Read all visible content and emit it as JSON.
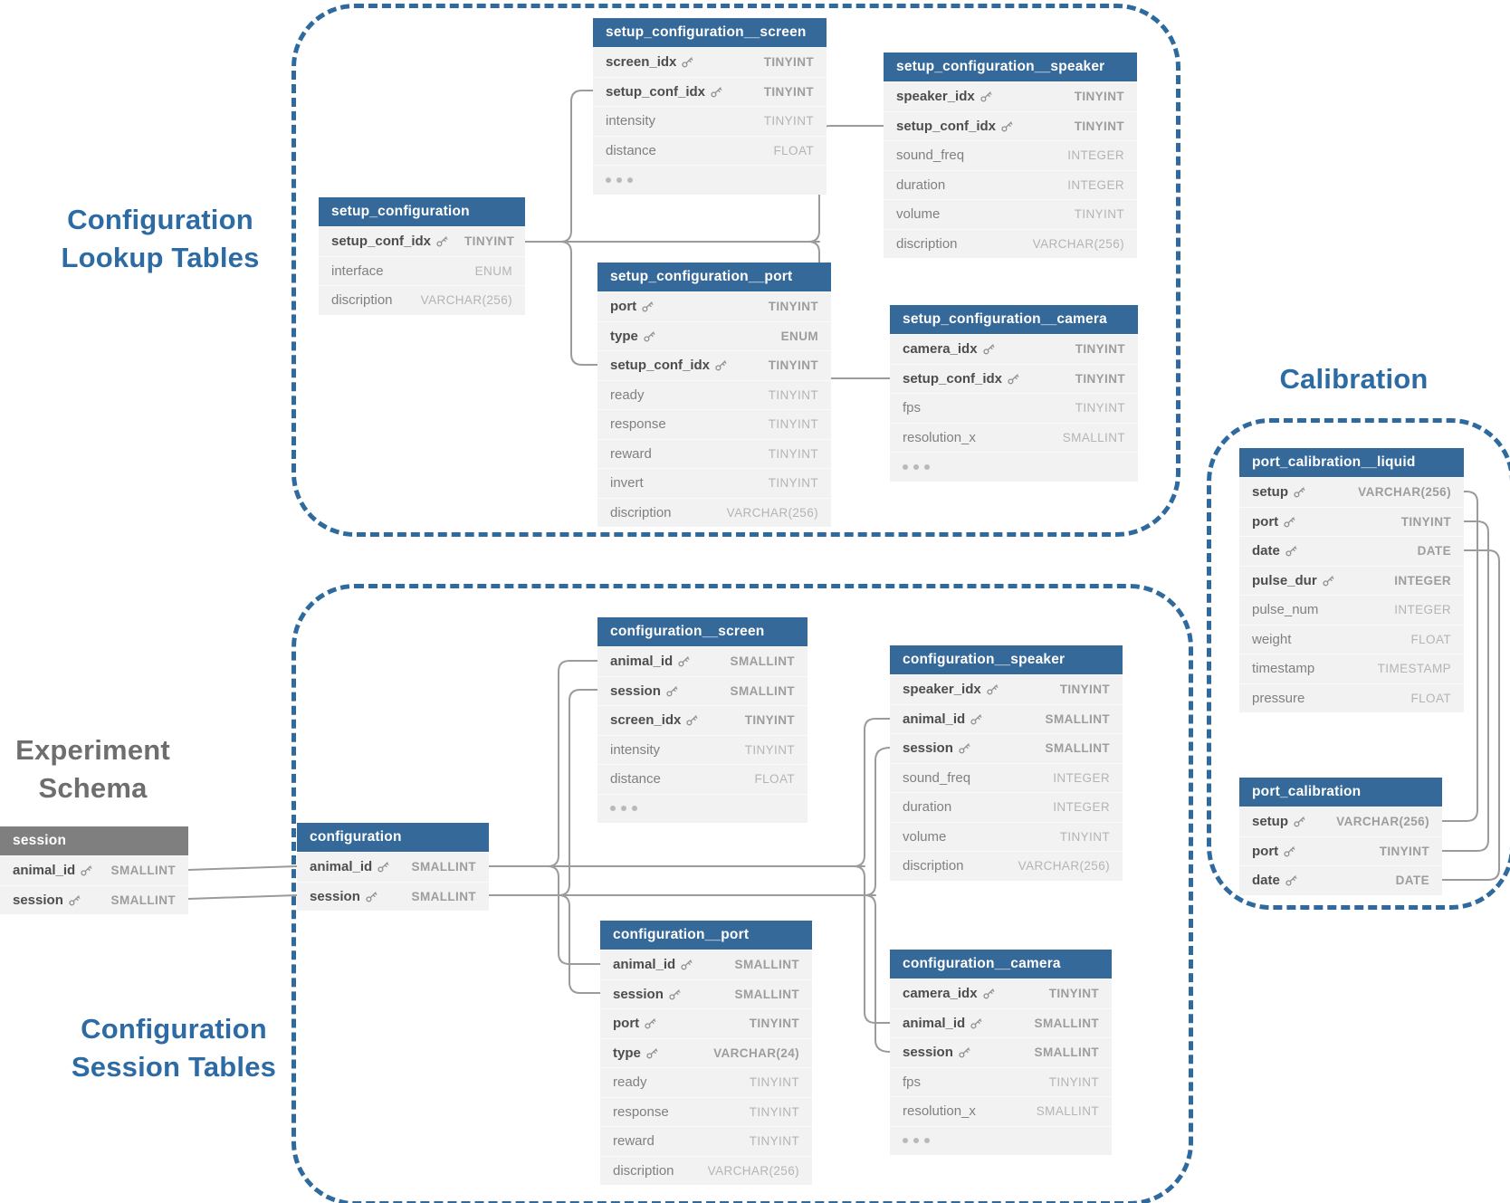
{
  "colors": {
    "table_header_blue": "#35699a",
    "session_header_gray": "#7f7f7f",
    "section_border_blue": "#2e6a9e",
    "heading_blue": "#2d6ba4",
    "heading_gray": "#6e6e6e",
    "relationship_line_gray": "#9b9b9b",
    "table_body_gray": "#f2f2f2"
  },
  "icons": {
    "primary_key": "key-icon",
    "more_fields": "ellipsis-icon"
  },
  "headings": {
    "lookup_tables": {
      "line1": "Configuration",
      "line2": "Lookup Tables"
    },
    "experiment_schema": {
      "line1": "Experiment",
      "line2": "Schema"
    },
    "session_tables": {
      "line1": "Configuration",
      "line2": "Session Tables"
    },
    "calibration": {
      "line1": "Calibration"
    }
  },
  "tables": {
    "setup_configuration__screen": {
      "title": "setup_configuration__screen",
      "fields": [
        {
          "name": "screen_idx",
          "type": "TINYINT",
          "key": true
        },
        {
          "name": "setup_conf_idx",
          "type": "TINYINT",
          "key": true
        },
        {
          "name": "intensity",
          "type": "TINYINT",
          "key": false
        },
        {
          "name": "distance",
          "type": "FLOAT",
          "key": false
        },
        {
          "name": "...",
          "type": "",
          "key": false,
          "more": true
        }
      ]
    },
    "setup_configuration__speaker": {
      "title": "setup_configuration__speaker",
      "fields": [
        {
          "name": "speaker_idx",
          "type": "TINYINT",
          "key": true
        },
        {
          "name": "setup_conf_idx",
          "type": "TINYINT",
          "key": true
        },
        {
          "name": "sound_freq",
          "type": "INTEGER",
          "key": false
        },
        {
          "name": "duration",
          "type": "INTEGER",
          "key": false
        },
        {
          "name": "volume",
          "type": "TINYINT",
          "key": false
        },
        {
          "name": "discription",
          "type": "VARCHAR(256)",
          "key": false
        }
      ]
    },
    "setup_configuration": {
      "title": "setup_configuration",
      "fields": [
        {
          "name": "setup_conf_idx",
          "type": "TINYINT",
          "key": true
        },
        {
          "name": "interface",
          "type": "ENUM",
          "key": false
        },
        {
          "name": "discription",
          "type": "VARCHAR(256)",
          "key": false
        }
      ]
    },
    "setup_configuration__port": {
      "title": "setup_configuration__port",
      "fields": [
        {
          "name": "port",
          "type": "TINYINT",
          "key": true
        },
        {
          "name": "type",
          "type": "ENUM",
          "key": true
        },
        {
          "name": "setup_conf_idx",
          "type": "TINYINT",
          "key": true
        },
        {
          "name": "ready",
          "type": "TINYINT",
          "key": false
        },
        {
          "name": "response",
          "type": "TINYINT",
          "key": false
        },
        {
          "name": "reward",
          "type": "TINYINT",
          "key": false
        },
        {
          "name": "invert",
          "type": "TINYINT",
          "key": false
        },
        {
          "name": "discription",
          "type": "VARCHAR(256)",
          "key": false
        }
      ]
    },
    "setup_configuration__camera": {
      "title": "setup_configuration__camera",
      "fields": [
        {
          "name": "camera_idx",
          "type": "TINYINT",
          "key": true
        },
        {
          "name": "setup_conf_idx",
          "type": "TINYINT",
          "key": true
        },
        {
          "name": "fps",
          "type": "TINYINT",
          "key": false
        },
        {
          "name": "resolution_x",
          "type": "SMALLINT",
          "key": false
        },
        {
          "name": "...",
          "type": "",
          "key": false,
          "more": true
        }
      ]
    },
    "configuration__screen": {
      "title": "configuration__screen",
      "fields": [
        {
          "name": "animal_id",
          "type": "SMALLINT",
          "key": true
        },
        {
          "name": "session",
          "type": "SMALLINT",
          "key": true
        },
        {
          "name": "screen_idx",
          "type": "TINYINT",
          "key": true
        },
        {
          "name": "intensity",
          "type": "TINYINT",
          "key": false
        },
        {
          "name": "distance",
          "type": "FLOAT",
          "key": false
        },
        {
          "name": "...",
          "type": "",
          "key": false,
          "more": true
        }
      ]
    },
    "configuration__speaker": {
      "title": "configuration__speaker",
      "fields": [
        {
          "name": "speaker_idx",
          "type": "TINYINT",
          "key": true
        },
        {
          "name": "animal_id",
          "type": "SMALLINT",
          "key": true
        },
        {
          "name": "session",
          "type": "SMALLINT",
          "key": true
        },
        {
          "name": "sound_freq",
          "type": "INTEGER",
          "key": false
        },
        {
          "name": "duration",
          "type": "INTEGER",
          "key": false
        },
        {
          "name": "volume",
          "type": "TINYINT",
          "key": false
        },
        {
          "name": "discription",
          "type": "VARCHAR(256)",
          "key": false
        }
      ]
    },
    "configuration": {
      "title": "configuration",
      "fields": [
        {
          "name": "animal_id",
          "type": "SMALLINT",
          "key": true
        },
        {
          "name": "session",
          "type": "SMALLINT",
          "key": true
        }
      ]
    },
    "session": {
      "title": "session",
      "fields": [
        {
          "name": "animal_id",
          "type": "SMALLINT",
          "key": true
        },
        {
          "name": "session",
          "type": "SMALLINT",
          "key": true
        }
      ]
    },
    "configuration__port": {
      "title": "configuration__port",
      "fields": [
        {
          "name": "animal_id",
          "type": "SMALLINT",
          "key": true
        },
        {
          "name": "session",
          "type": "SMALLINT",
          "key": true
        },
        {
          "name": "port",
          "type": "TINYINT",
          "key": true
        },
        {
          "name": "type",
          "type": "VARCHAR(24)",
          "key": true
        },
        {
          "name": "ready",
          "type": "TINYINT",
          "key": false
        },
        {
          "name": "response",
          "type": "TINYINT",
          "key": false
        },
        {
          "name": "reward",
          "type": "TINYINT",
          "key": false
        },
        {
          "name": "discription",
          "type": "VARCHAR(256)",
          "key": false
        }
      ]
    },
    "configuration__camera": {
      "title": "configuration__camera",
      "fields": [
        {
          "name": "camera_idx",
          "type": "TINYINT",
          "key": true
        },
        {
          "name": "animal_id",
          "type": "SMALLINT",
          "key": true
        },
        {
          "name": "session",
          "type": "SMALLINT",
          "key": true
        },
        {
          "name": "fps",
          "type": "TINYINT",
          "key": false
        },
        {
          "name": "resolution_x",
          "type": "SMALLINT",
          "key": false
        },
        {
          "name": "...",
          "type": "",
          "key": false,
          "more": true
        }
      ]
    },
    "port_calibration__liquid": {
      "title": "port_calibration__liquid",
      "fields": [
        {
          "name": "setup",
          "type": "VARCHAR(256)",
          "key": true
        },
        {
          "name": "port",
          "type": "TINYINT",
          "key": true
        },
        {
          "name": "date",
          "type": "DATE",
          "key": true
        },
        {
          "name": "pulse_dur",
          "type": "INTEGER",
          "key": true
        },
        {
          "name": "pulse_num",
          "type": "INTEGER",
          "key": false
        },
        {
          "name": "weight",
          "type": "FLOAT",
          "key": false
        },
        {
          "name": "timestamp",
          "type": "TIMESTAMP",
          "key": false
        },
        {
          "name": "pressure",
          "type": "FLOAT",
          "key": false
        }
      ]
    },
    "port_calibration": {
      "title": "port_calibration",
      "fields": [
        {
          "name": "setup",
          "type": "VARCHAR(256)",
          "key": true
        },
        {
          "name": "port",
          "type": "TINYINT",
          "key": true
        },
        {
          "name": "date",
          "type": "DATE",
          "key": true
        }
      ]
    }
  }
}
